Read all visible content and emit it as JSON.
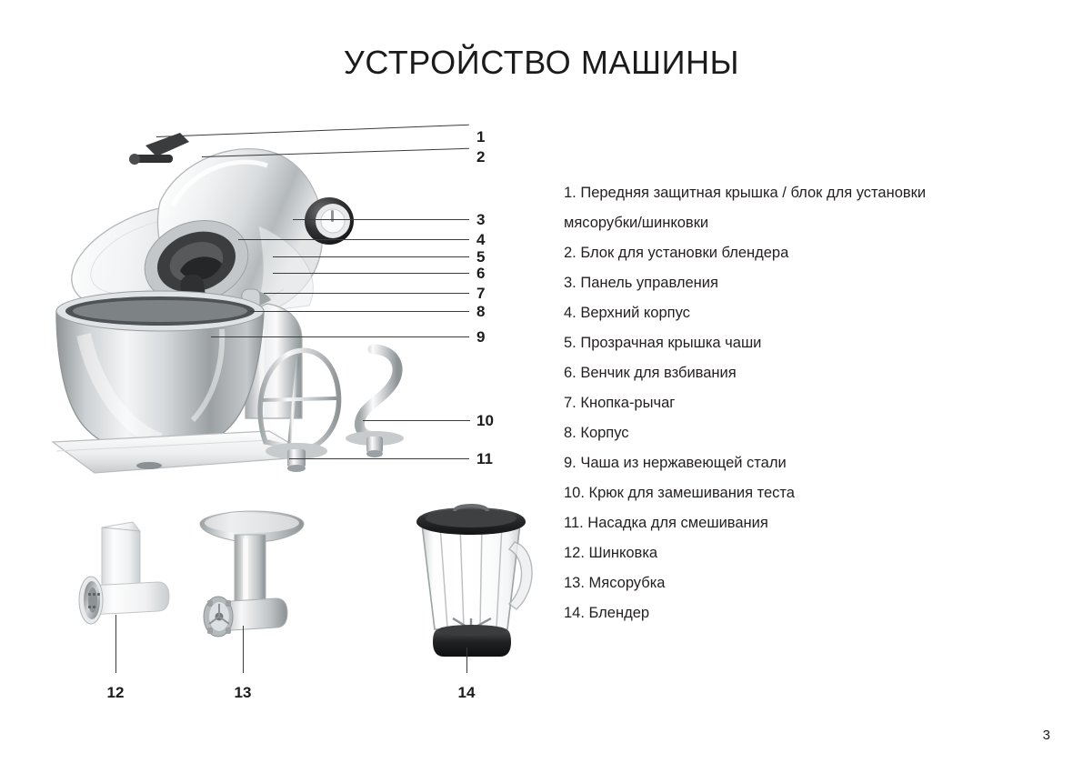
{
  "document": {
    "title": "УСТРОЙСТВО МАШИНЫ",
    "page_number": "3"
  },
  "legend": {
    "items": [
      "1. Передняя защитная крышка / блок для установки\nмясорубки/шинковки",
      "2. Блок для установки блендера",
      "3. Панель управления",
      "4. Верхний корпус",
      "5. Прозрачная крышка чаши",
      "6. Венчик для взбивания",
      "7. Кнопка-рычаг",
      "8. Корпус",
      "9. Чаша из нержавеющей стали",
      "10. Крюк для замешивания теста",
      "11. Насадка для смешивания",
      "12. Шинковка",
      "13. Мясорубка",
      "14. Блендер"
    ]
  },
  "callouts": [
    {
      "label": "1",
      "target": "front-protective-cover"
    },
    {
      "label": "2",
      "target": "blender-mount-block"
    },
    {
      "label": "3",
      "target": "control-panel"
    },
    {
      "label": "4",
      "target": "upper-housing"
    },
    {
      "label": "5",
      "target": "transparent-bowl-lid"
    },
    {
      "label": "6",
      "target": "whisk"
    },
    {
      "label": "7",
      "target": "lever-button"
    },
    {
      "label": "8",
      "target": "body-housing"
    },
    {
      "label": "9",
      "target": "stainless-steel-bowl"
    },
    {
      "label": "10",
      "target": "dough-hook"
    },
    {
      "label": "11",
      "target": "flat-beater"
    },
    {
      "label": "12",
      "target": "slicer-shredder"
    },
    {
      "label": "13",
      "target": "meat-grinder"
    },
    {
      "label": "14",
      "target": "blender-jar"
    }
  ],
  "colors": {
    "text": "#231f20",
    "leader_line": "#3b3b3b",
    "background": "#ffffff",
    "metal_light": "#f2f3f4",
    "metal_mid": "#c9ccce",
    "metal_dark": "#8d9295",
    "black_part": "#2b2b2d"
  }
}
